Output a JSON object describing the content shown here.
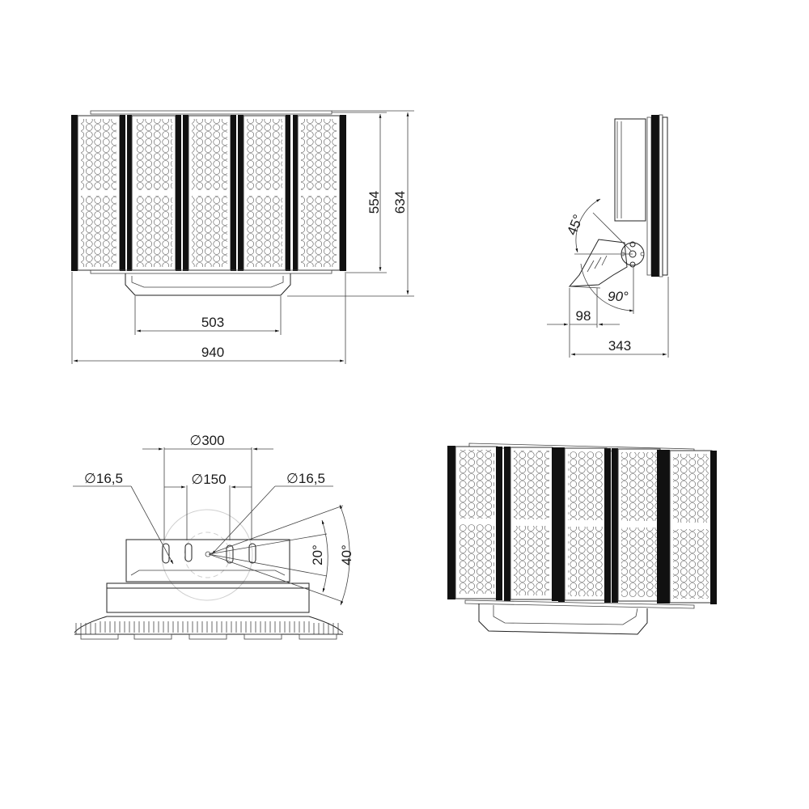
{
  "drawing": {
    "title": "LED floodlight technical drawing, 5-module",
    "views": {
      "front": {
        "dimensions": {
          "panel_height": "554",
          "total_height": "634",
          "bracket_width": "503",
          "total_width": "940"
        }
      },
      "side": {
        "dimensions": {
          "tilt_angle_a": "45°",
          "tilt_angle_b": "90°",
          "bracket_offset": "98",
          "depth": "343"
        }
      },
      "bracket_detail": {
        "dimensions": {
          "hole_left": "16,5",
          "hole_right": "16,5",
          "circle_outer": "300",
          "circle_inner": "150",
          "angle_small": "20°",
          "angle_large": "40°"
        },
        "diameter_symbol": "∅"
      },
      "perspective": {
        "module_count": 5
      }
    }
  }
}
